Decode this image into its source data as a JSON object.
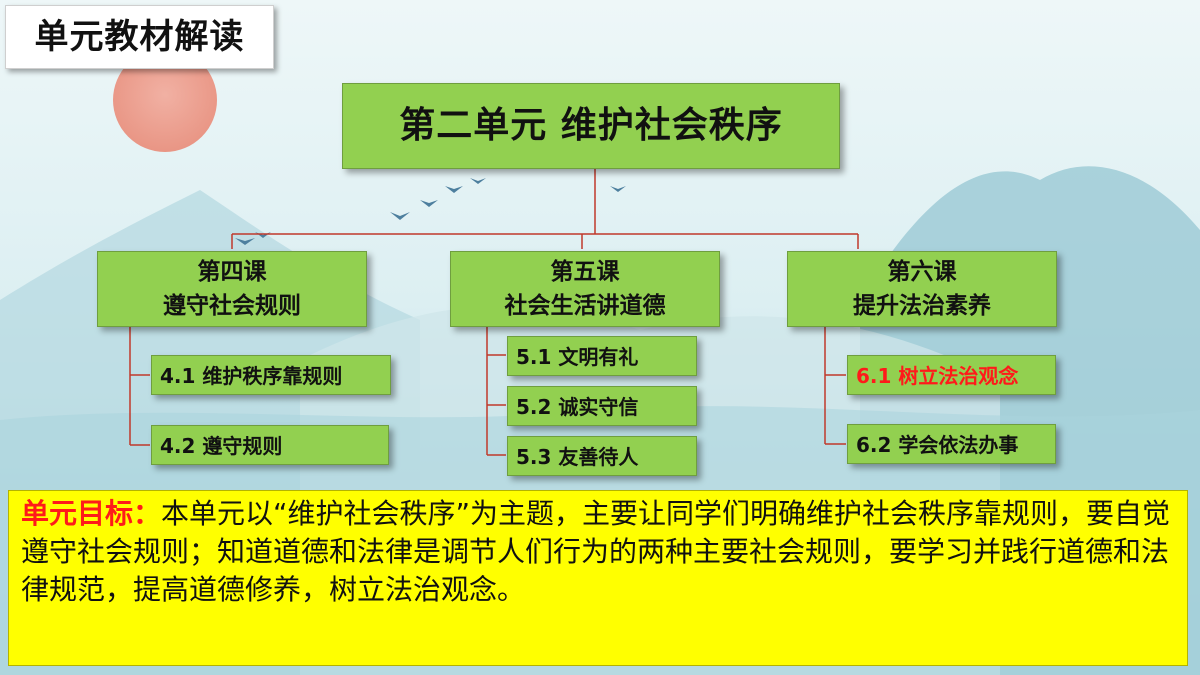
{
  "tag_title": "单元教材解读",
  "unit": {
    "title": "第二单元  维护社会秩序"
  },
  "lessons": [
    {
      "name": "第四课",
      "subtitle": "遵守社会规则",
      "topics": [
        {
          "label": "4.1  维护秩序靠规则"
        },
        {
          "label": "4.2  遵守规则"
        }
      ]
    },
    {
      "name": "第五课",
      "subtitle": "社会生活讲道德",
      "topics": [
        {
          "label": "5.1  文明有礼"
        },
        {
          "label": "5.2  诚实守信"
        },
        {
          "label": "5.3  友善待人"
        }
      ]
    },
    {
      "name": "第六课",
      "subtitle": "提升法治素养",
      "topics": [
        {
          "label": "6.1  树立法治观念",
          "highlight": true
        },
        {
          "label": "6.2  学会依法办事"
        }
      ]
    }
  ],
  "goal": {
    "label": "单元目标：",
    "text": "本单元以“维护社会秩序”为主题，主要让同学们明确维护社会秩序靠规则，要自觉遵守社会规则；知道道德和法律是调节人们行为的两种主要社会规则，要学习并践行道德和法律规范，提高道德修养，树立法治观念。"
  },
  "colors": {
    "box_green": "#92d050",
    "goal_yellow": "#ffff00",
    "highlight_red": "#ff1a1a",
    "connector_red": "#c0392b"
  }
}
